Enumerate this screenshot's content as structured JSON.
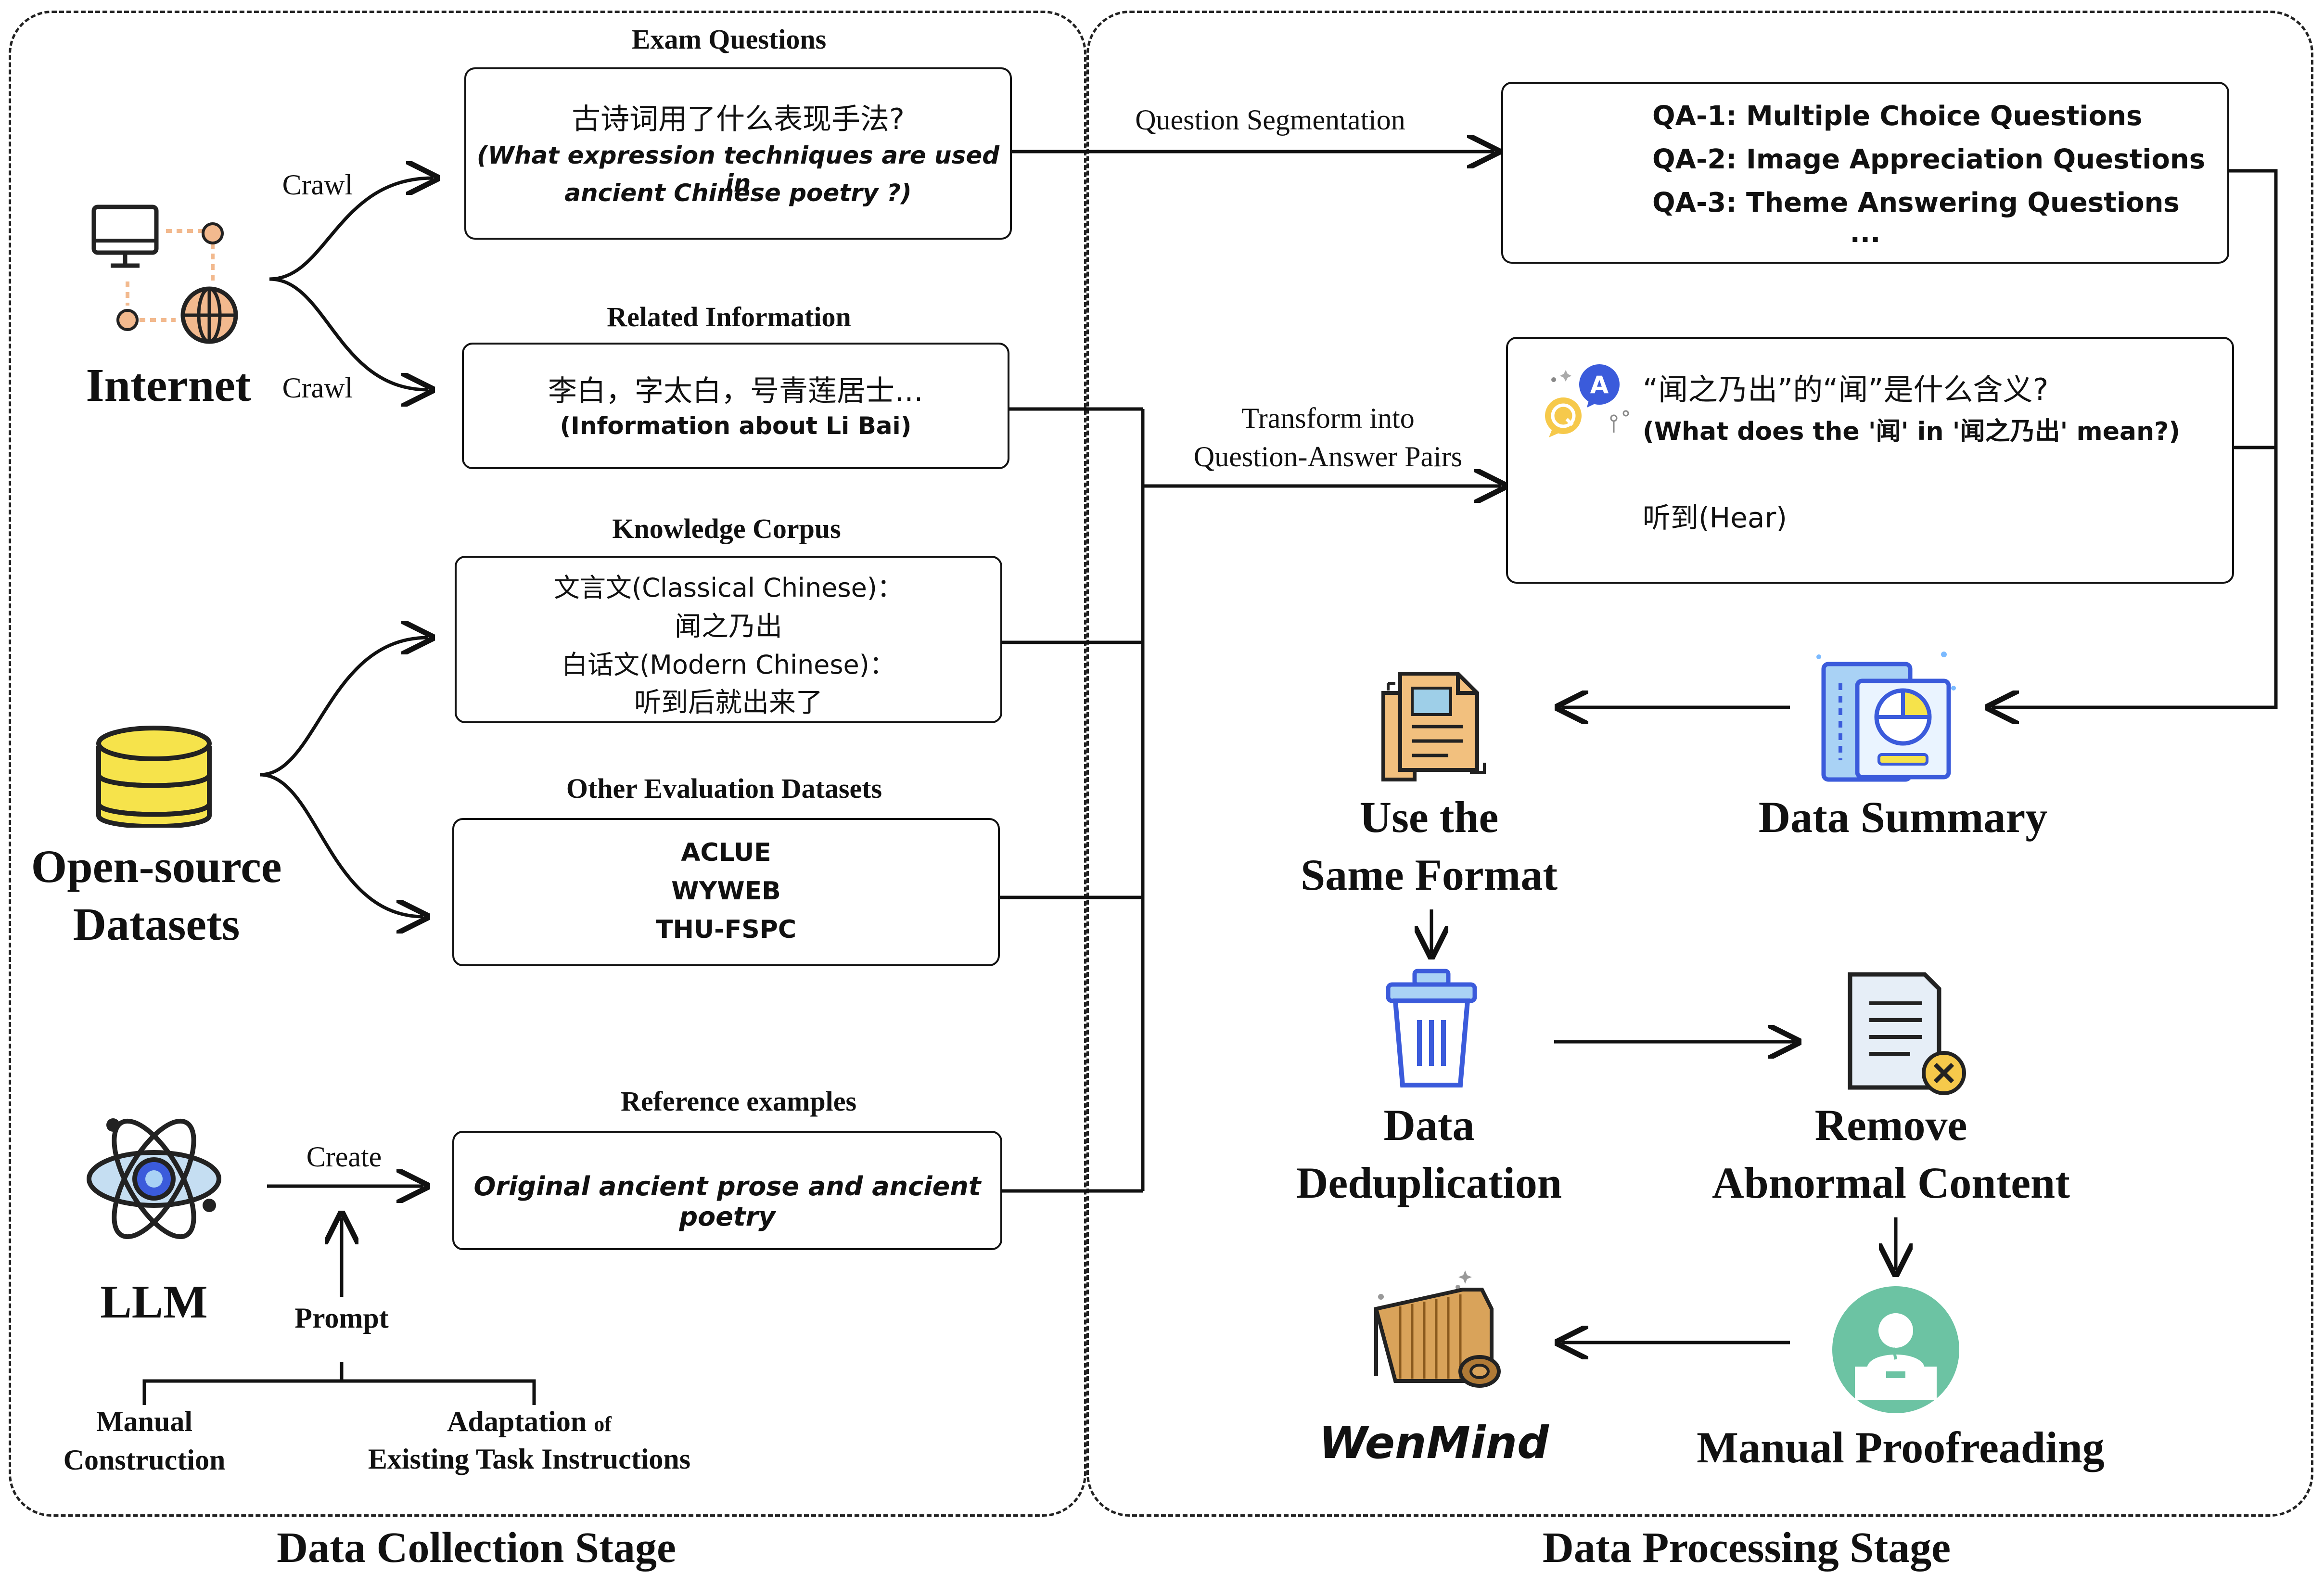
{
  "collection": {
    "stage_title": "Data Collection Stage",
    "internet_label": "Internet",
    "crawl_top": "Crawl",
    "crawl_bottom": "Crawl",
    "exam": {
      "title": "Exam Questions",
      "line1": "古诗词用了什么表现手法?",
      "line2": "(What expression techniques are used in",
      "line3": "ancient Chinese poetry ?)"
    },
    "related": {
      "title": "Related Information",
      "line1": "李白，字太白，号青莲居士…",
      "line2": "(Information about Li Bai)"
    },
    "corpus": {
      "title": "Knowledge Corpus",
      "line1": "文言文(Classical Chinese)：",
      "line2": "闻之乃出",
      "line3": "白话文(Modern Chinese)：",
      "line4": "听到后就出来了"
    },
    "opensource_label_1": "Open-source",
    "opensource_label_2": "Datasets",
    "other": {
      "title": "Other Evaluation Datasets",
      "items": [
        "ACLUE",
        "WYWEB",
        "THU-FSPC"
      ]
    },
    "llm_label": "LLM",
    "create": "Create",
    "prompt": "Prompt",
    "reference": {
      "title": "Reference examples",
      "line1": "Original ancient prose and ancient poetry"
    },
    "manual_1": "Manual",
    "manual_2": "Construction",
    "adapt_1a": "Adaptation",
    "adapt_1b": "of",
    "adapt_2": "Existing Task Instructions"
  },
  "processing": {
    "stage_title": "Data Processing Stage",
    "segmentation": "Question Segmentation",
    "qa_types": [
      "QA-1: Multiple Choice Questions",
      "QA-2: Image Appreciation Questions",
      "QA-3: Theme Answering Questions",
      "..."
    ],
    "transform_1": "Transform into",
    "transform_2": "Question-Answer Pairs",
    "qa_pair": {
      "question": "“闻之乃出”的“闻”是什么含义?",
      "question_en": "(What does the '闻' in '闻之乃出' mean?)",
      "answer": "听到(Hear)"
    },
    "summary": "Data Summary",
    "same_format_1": "Use the",
    "same_format_2": "Same Format",
    "dedup_1": "Data",
    "dedup_2": "Deduplication",
    "remove_1": "Remove",
    "remove_2": "Abnormal Content",
    "proofread": "Manual Proofreading",
    "wenmind": "WenMind"
  },
  "icons": [
    "monitor-globe-icon",
    "database-icon",
    "atom-icon",
    "document-stack-icon",
    "report-chart-icon",
    "trash-icon",
    "document-x-icon",
    "reviewer-icon",
    "bamboo-scroll-icon",
    "qa-chat-icon"
  ],
  "colors": {
    "accent_blue": "#3b5bdb",
    "accent_yellow": "#f6e34b",
    "accent_orange": "#f2b98e",
    "accent_green": "#6cc3a3",
    "scroll_tan": "#d9a35a"
  }
}
